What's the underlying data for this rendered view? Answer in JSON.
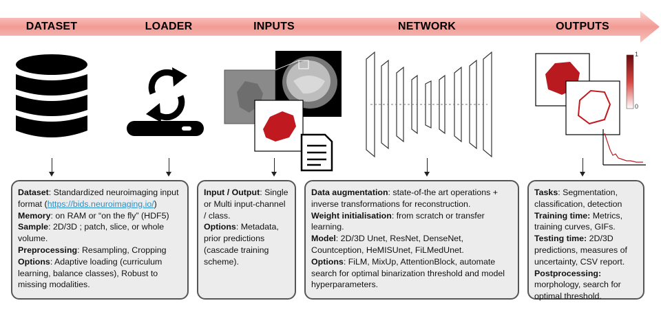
{
  "stages": {
    "dataset": "DATASET",
    "loader": "LOADER",
    "inputs": "INPUTS",
    "network": "NETWORK",
    "outputs": "OUTPUTS"
  },
  "colorbar": {
    "max": "1",
    "min": "0"
  },
  "colors": {
    "banner": "#f4a09a",
    "lesion": "#c0191f",
    "box_fill": "#ececec",
    "box_border": "#555555",
    "link": "#2a8fc7"
  },
  "boxes": {
    "dataset": {
      "dataset_label": "Dataset",
      "dataset_text": ": Standardized neuroimaging input format (",
      "dataset_link": "https://bids.neuroimaging.io/",
      "dataset_close": ")",
      "memory_label": "Memory",
      "memory_text": ": on RAM or “on the fly” (HDF5)",
      "sample_label": "Sample",
      "sample_text": ": 2D/3D ; patch, slice, or whole volume.",
      "preprocessing_label": "Preprocessing",
      "preprocessing_text": ": Resampling, Cropping",
      "options_label": "Options",
      "options_text": ": Adaptive loading (curriculum learning, balance classes), Robust to missing modalities."
    },
    "inputs": {
      "io_label": "Input / Output",
      "io_text": ": Single or Multi input-channel / class.",
      "options_label": "Options",
      "options_text": ": Metadata, prior predictions (cascade training scheme)."
    },
    "network": {
      "aug_label": "Data augmentation",
      "aug_text": ": state-of-the art operations + inverse transformations for reconstruction.",
      "weight_label": "Weight initialisation",
      "weight_text": ": from scratch or transfer learning.",
      "model_label": "Model",
      "model_text": ": 2D/3D Unet, ResNet, DenseNet, Countception, HeMISUnet, FiLMedUnet.",
      "options_label": "Options",
      "options_text": ": FiLM, MixUp, AttentionBlock, automate search for optimal binarization threshold and model hyperparameters."
    },
    "outputs": {
      "tasks_label": "Tasks",
      "tasks_text": ": Segmentation, classification, detection",
      "training_label": "Training time:",
      "training_text": " Metrics, training curves, GIFs.",
      "testing_label": "Testing time:",
      "testing_text": " 2D/3D predictions, measures of uncertainty, CSV report.",
      "post_label": "Postprocessing:",
      "post_text": " morphology, search for optimal threshold."
    }
  }
}
